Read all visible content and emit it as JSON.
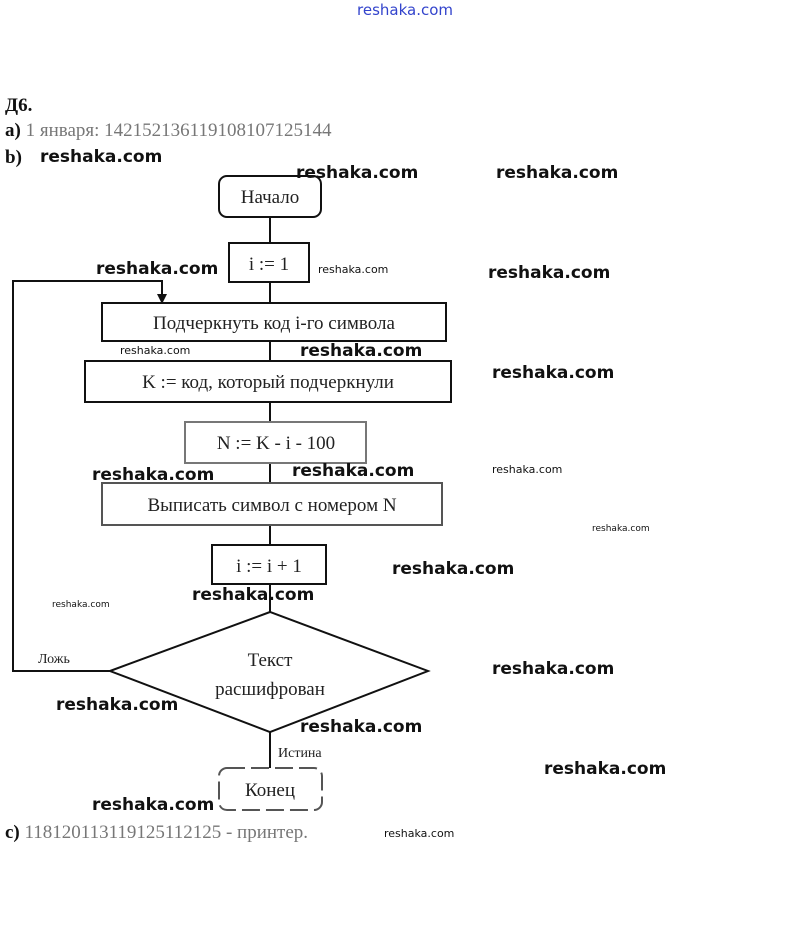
{
  "header": {
    "site": "reshaka.com"
  },
  "task": {
    "title": "Д6.",
    "a_label": "a)",
    "a_text": "1 января: 142152136119108107125144",
    "b_label": "b)",
    "c_label": "c)",
    "c_text": "118120113119125112125 - принтер."
  },
  "flowchart": {
    "start": "Начало",
    "init": "i := 1",
    "underline": "Подчеркнуть код i-го символа",
    "assign_k": "K := код, который подчеркнули",
    "assign_n": "N := K - i - 100",
    "output": "Выписать символ с номером N",
    "increment": "i := i + 1",
    "condition_line1": "Текст",
    "condition_line2": "расшифрован",
    "false_label": "Ложь",
    "true_label": "Истина",
    "end": "Конец"
  },
  "watermark": "reshaka.com"
}
